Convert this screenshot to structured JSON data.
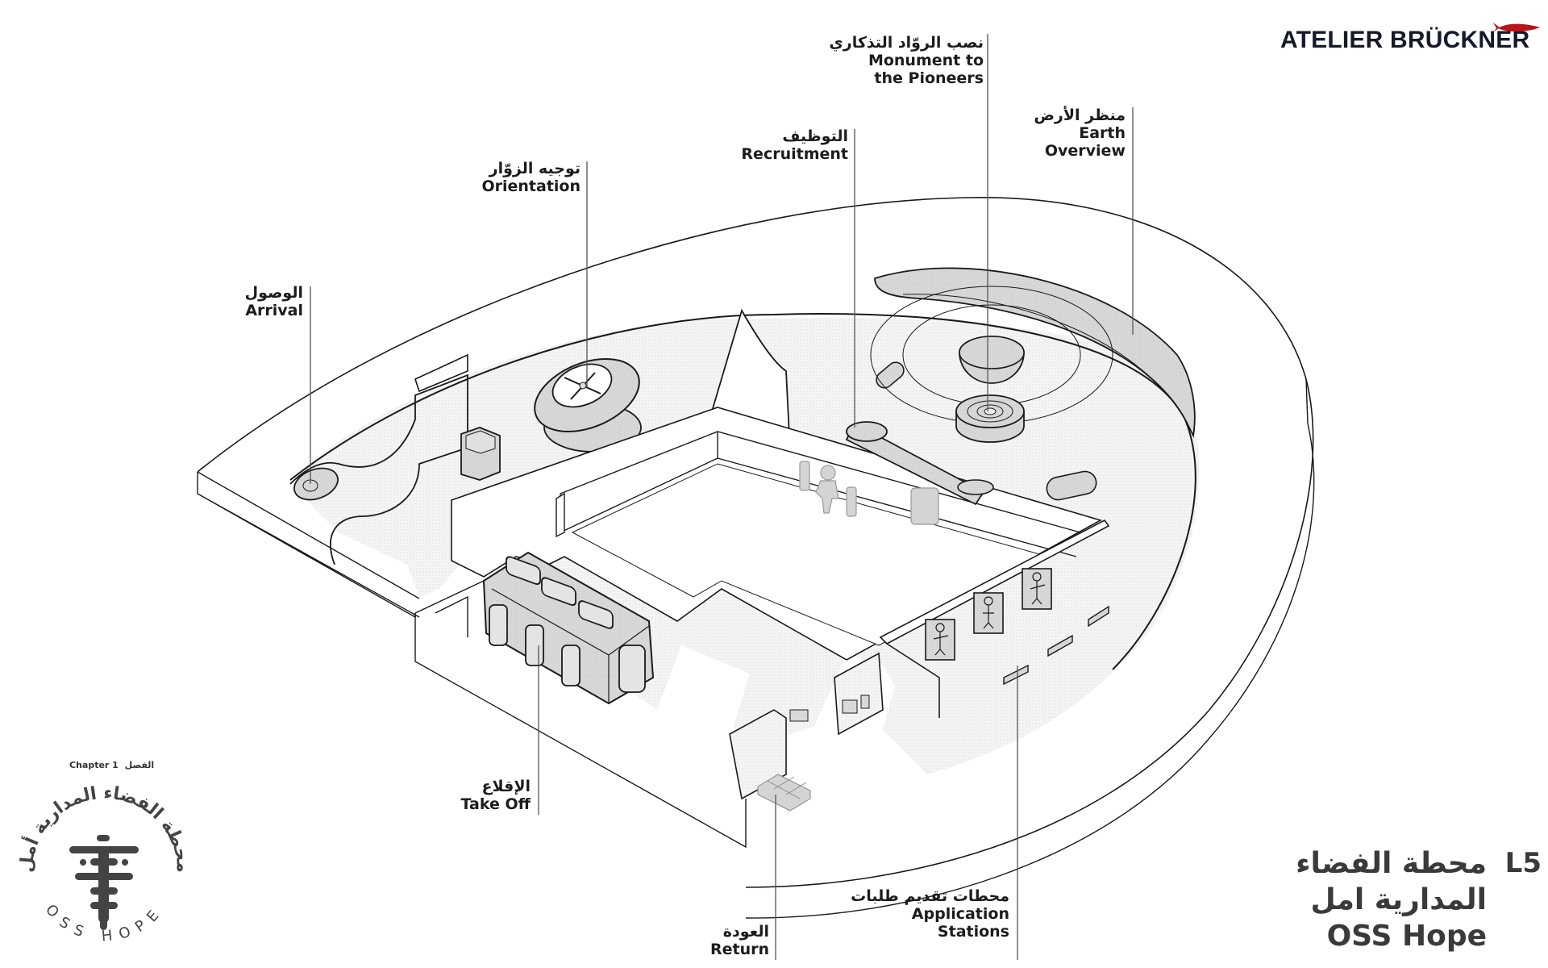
{
  "brand": {
    "name": "ATELIER BRÜCKNER",
    "accent_color": "#b8141b",
    "logo_icon": "fish-icon"
  },
  "title": {
    "level": "L5",
    "arabic_line1": "محطة الفضاء",
    "arabic_line2": "المدارية امل",
    "english": "OSS Hope"
  },
  "emblem": {
    "chapter_en": "Chapter 1",
    "chapter_ar": "الفصل",
    "ring_text_ar": "محطة الفضاء المدارية أمل",
    "ring_text_en": "OSS HOPE",
    "icon": "space-station-emblem-icon"
  },
  "zones": [
    {
      "id": "arrival",
      "ar": "الوصول",
      "en": [
        "Arrival"
      ]
    },
    {
      "id": "orientation",
      "ar": "توجيه الزوّار",
      "en": [
        "Orientation"
      ]
    },
    {
      "id": "recruitment",
      "ar": "التوظيف",
      "en": [
        "Recruitment"
      ]
    },
    {
      "id": "monument",
      "ar": "نصب الروّاد التذكاري",
      "en": [
        "Monument to",
        "the Pioneers"
      ]
    },
    {
      "id": "earth-overview",
      "ar": "منظر الأرض",
      "en": [
        "Earth",
        "Overview"
      ]
    },
    {
      "id": "take-off",
      "ar": "الإقلاع",
      "en": [
        "Take Off"
      ]
    },
    {
      "id": "return",
      "ar": "العودة",
      "en": [
        "Return"
      ]
    },
    {
      "id": "application-stations",
      "ar": "محطات تقديم طلبات",
      "en": [
        "Application",
        "Stations"
      ]
    }
  ],
  "colors": {
    "line": "#1a1a1a",
    "fill_grey": "#d6d6d6",
    "floor_hatch": "#eeeeee",
    "leader": "#555555"
  }
}
